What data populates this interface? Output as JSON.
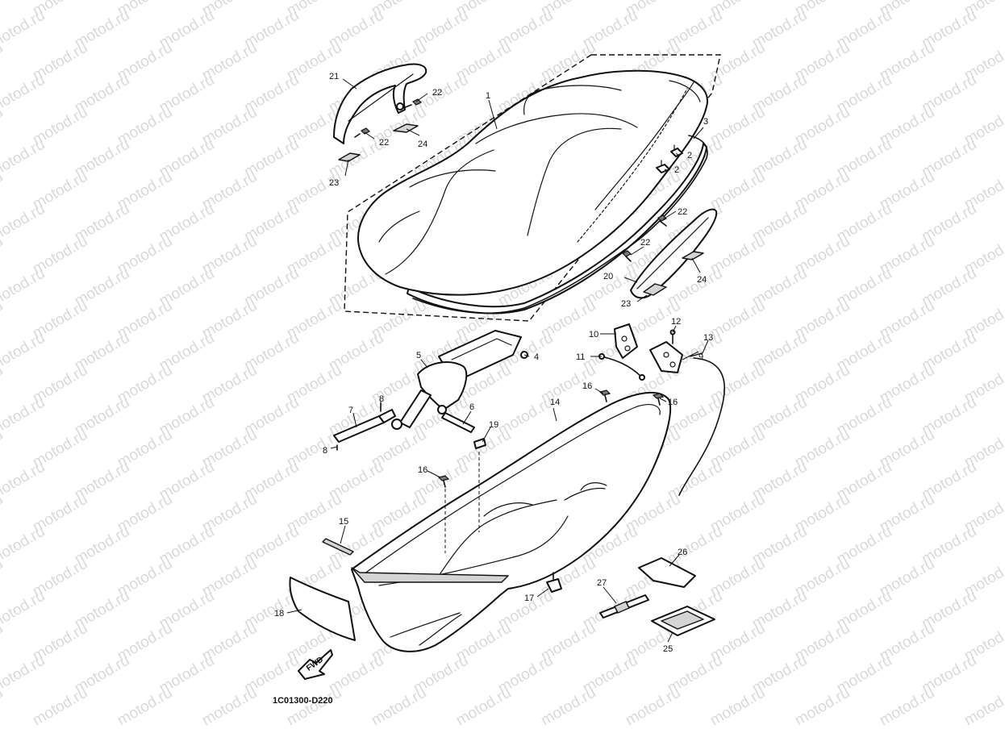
{
  "watermark": "motod.ru",
  "diagram_code": "1C01300-D220",
  "direction_label": "FWD",
  "callouts": [
    "21",
    "22",
    "22",
    "24",
    "23",
    "1",
    "3",
    "2",
    "2",
    "22",
    "22",
    "20",
    "24",
    "23",
    "5",
    "4",
    "10",
    "12",
    "13",
    "11",
    "9",
    "7",
    "8",
    "8",
    "6",
    "16",
    "16",
    "14",
    "19",
    "16",
    "15",
    "26",
    "27",
    "17",
    "18",
    "25"
  ]
}
